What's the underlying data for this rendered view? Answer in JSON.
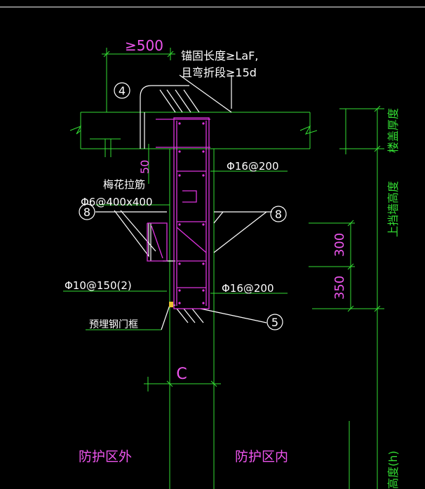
{
  "colors": {
    "background": "#000000",
    "line_white": "#ffffff",
    "line_green": "#33dd33",
    "line_magenta": "#dd33dd",
    "text_magenta": "#ee55ee",
    "text_white": "#ffffff"
  },
  "labels": {
    "dim_500": "≥500",
    "anchor_line1": "锚固长度≥LaF,",
    "anchor_line2": "且弯折段≥15d",
    "floor_thickness": "楼盖厚度",
    "beam_height": "上挡墙高度",
    "flower_tie": "梅花拉筋",
    "flower_tie_spec": "Φ6@400x400",
    "rebar_top": "Φ16@200",
    "rebar_bottom": "Φ16@200",
    "stirrup": "Φ10@150(2)",
    "embedded_frame": "预埋钢门框",
    "dim_50": "50",
    "dim_300": "300",
    "dim_350": "350",
    "dim_c": "C",
    "outside": "防护区外",
    "inside": "防护区内",
    "height_h": "高度(h)",
    "mark_4": "4",
    "mark_8_left": "8",
    "mark_8_right": "8",
    "mark_5": "5"
  }
}
